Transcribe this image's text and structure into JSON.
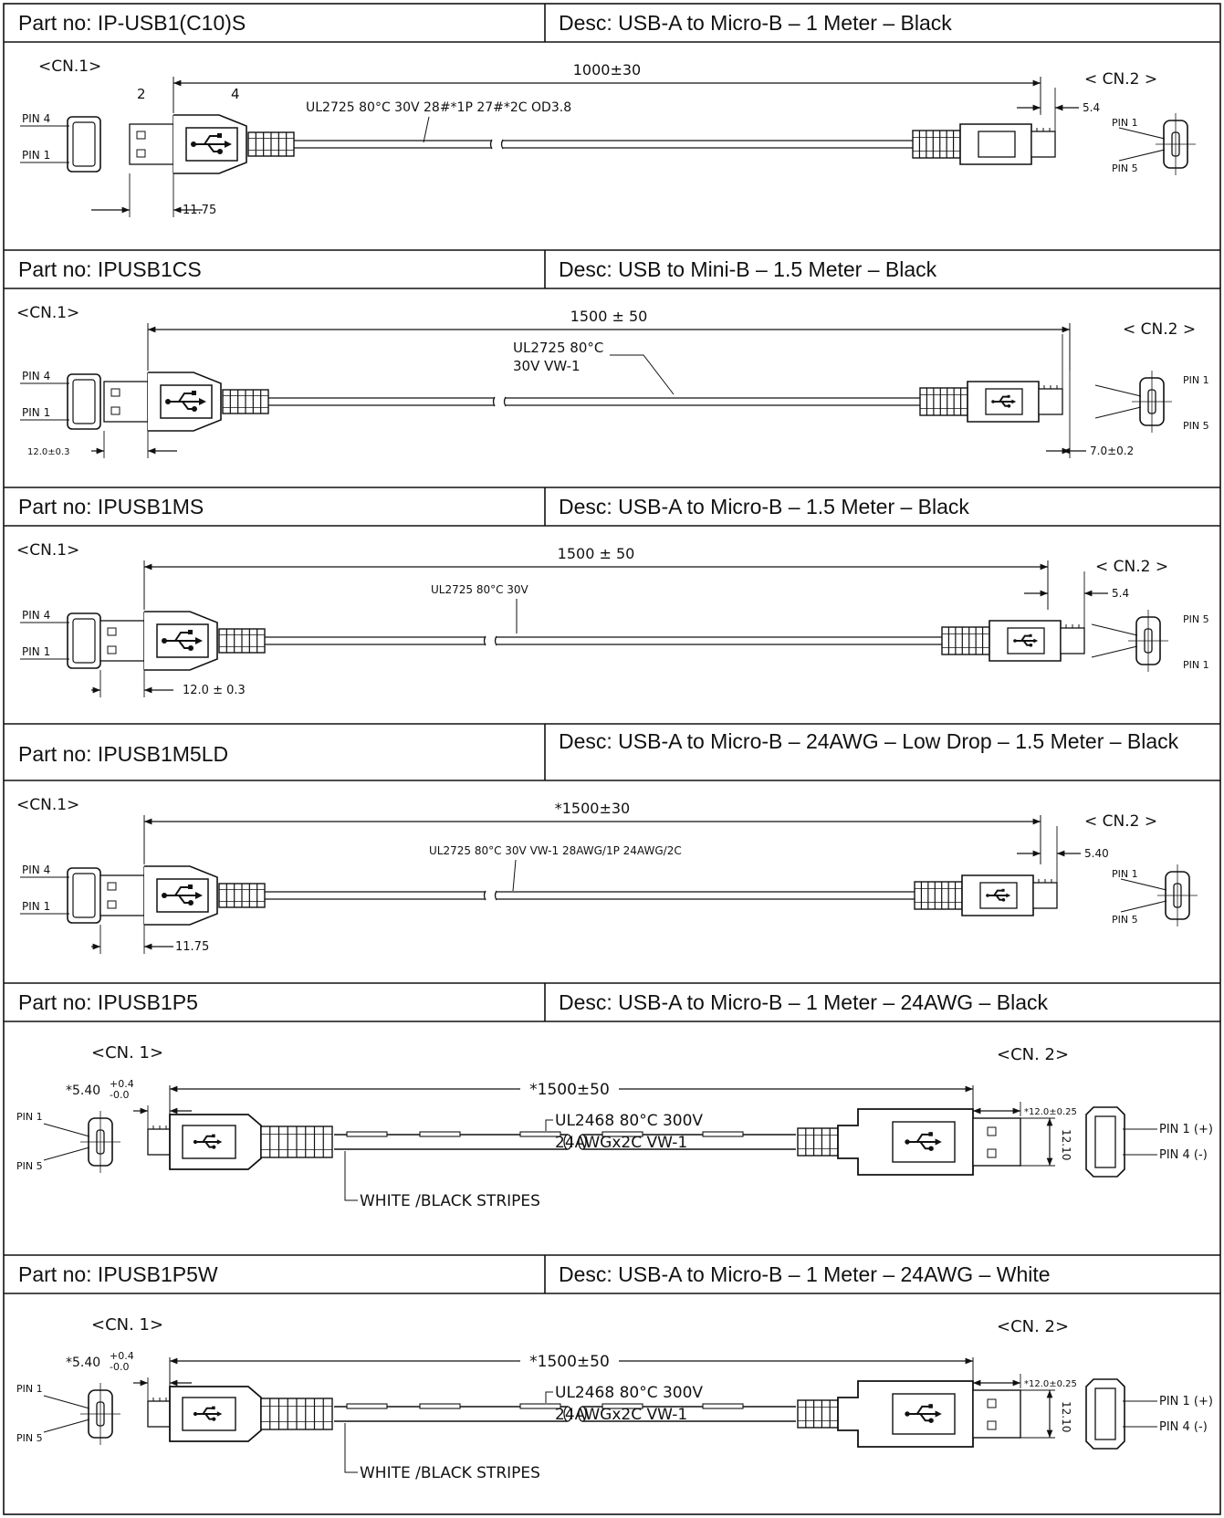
{
  "parts": [
    {
      "part_no": "Part no: IP-USB1(C10)S",
      "desc": "Desc: USB-A to Micro-B – 1 Meter – Black",
      "cn1": "<CN.1>",
      "cn2": "< CN.2 >",
      "length": "1000±30",
      "cable_spec": "UL2725 80°C 30V 28#*1P 27#*2C OD3.8",
      "dim_left": "11.75",
      "dim_right": "5.4",
      "pin_a_top": "PIN 4",
      "pin_a_bottom": "PIN 1",
      "pin_b_top": "PIN 1",
      "pin_b_bottom": "PIN 5",
      "callout_a": "2",
      "callout_b": "4"
    },
    {
      "part_no": "Part no: IPUSB1CS",
      "desc": "Desc: USB to Mini-B – 1.5 Meter – Black",
      "cn1": "<CN.1>",
      "cn2": "< CN.2 >",
      "length": "1500  ± 50",
      "cable_spec_line1": "UL2725 80°C",
      "cable_spec_line2": "30V VW-1",
      "dim_left": "12.0±0.3",
      "dim_right": "7.0±0.2",
      "pin_a_top": "PIN 4",
      "pin_a_bottom": "PIN 1",
      "pin_b_top": "PIN 1",
      "pin_b_bottom": "PIN 5"
    },
    {
      "part_no": "Part no: IPUSB1MS",
      "desc": "Desc: USB-A to Micro-B – 1.5 Meter – Black",
      "cn1": "<CN.1>",
      "cn2": "< CN.2 >",
      "length": "1500  ± 50",
      "cable_spec": "UL2725 80°C 30V",
      "dim_left": "12.0  ± 0.3",
      "dim_right": "5.4",
      "pin_a_top": "PIN 4",
      "pin_a_bottom": "PIN 1",
      "pin_b_top": "PIN 5",
      "pin_b_bottom": "PIN 1"
    },
    {
      "part_no": "Part no: IPUSB1M5LD",
      "desc": "Desc: USB-A to Micro-B – 24AWG – Low Drop – 1.5 Meter – Black",
      "cn1": "<CN.1>",
      "cn2": "< CN.2 >",
      "length": "*1500±30",
      "cable_spec": "UL2725 80°C 30V VW-1 28AWG/1P 24AWG/2C",
      "dim_left": "11.75",
      "dim_right": "5.40",
      "pin_a_top": "PIN 4",
      "pin_a_bottom": "PIN 1",
      "pin_b_top": "PIN 1",
      "pin_b_bottom": "PIN 5"
    },
    {
      "part_no": "Part no: IPUSB1P5",
      "desc": "Desc: USB-A to Micro-B – 1 Meter – 24AWG – Black",
      "cn1": "<CN. 1>",
      "cn2": "<CN. 2>",
      "length": "*1500±50",
      "cable_spec_line1": "UL2468 80°C 300V",
      "cable_spec_line2": "24AWGx2C VW-1",
      "stripes": "WHITE /BLACK STRIPES",
      "dim_left": "*5.40",
      "tol_plus": "+0.4",
      "tol_minus": "-0.0",
      "dim_right": "*12.0±0.25",
      "dim_height": "12.10",
      "pin_a_top": "PIN 1",
      "pin_a_bottom": "PIN 5",
      "pin_b_top": "PIN 1 (+)",
      "pin_b_bottom": "PIN 4 (-)"
    },
    {
      "part_no": "Part no: IPUSB1P5W",
      "desc": "Desc: USB-A to Micro-B – 1 Meter – 24AWG – White",
      "cn1": "<CN. 1>",
      "cn2": "<CN. 2>",
      "length": "*1500±50",
      "cable_spec_line1": "UL2468 80°C 300V",
      "cable_spec_line2": "24AWGx2C VW-1",
      "stripes": "WHITE /BLACK STRIPES",
      "dim_left": "*5.40",
      "tol_plus": "+0.4",
      "tol_minus": "-0.0",
      "dim_right": "*12.0±0.25",
      "dim_height": "12.10",
      "pin_a_top": "PIN 1",
      "pin_a_bottom": "PIN 5",
      "pin_b_top": "PIN 1 (+)",
      "pin_b_bottom": "PIN 4 (-)"
    }
  ]
}
